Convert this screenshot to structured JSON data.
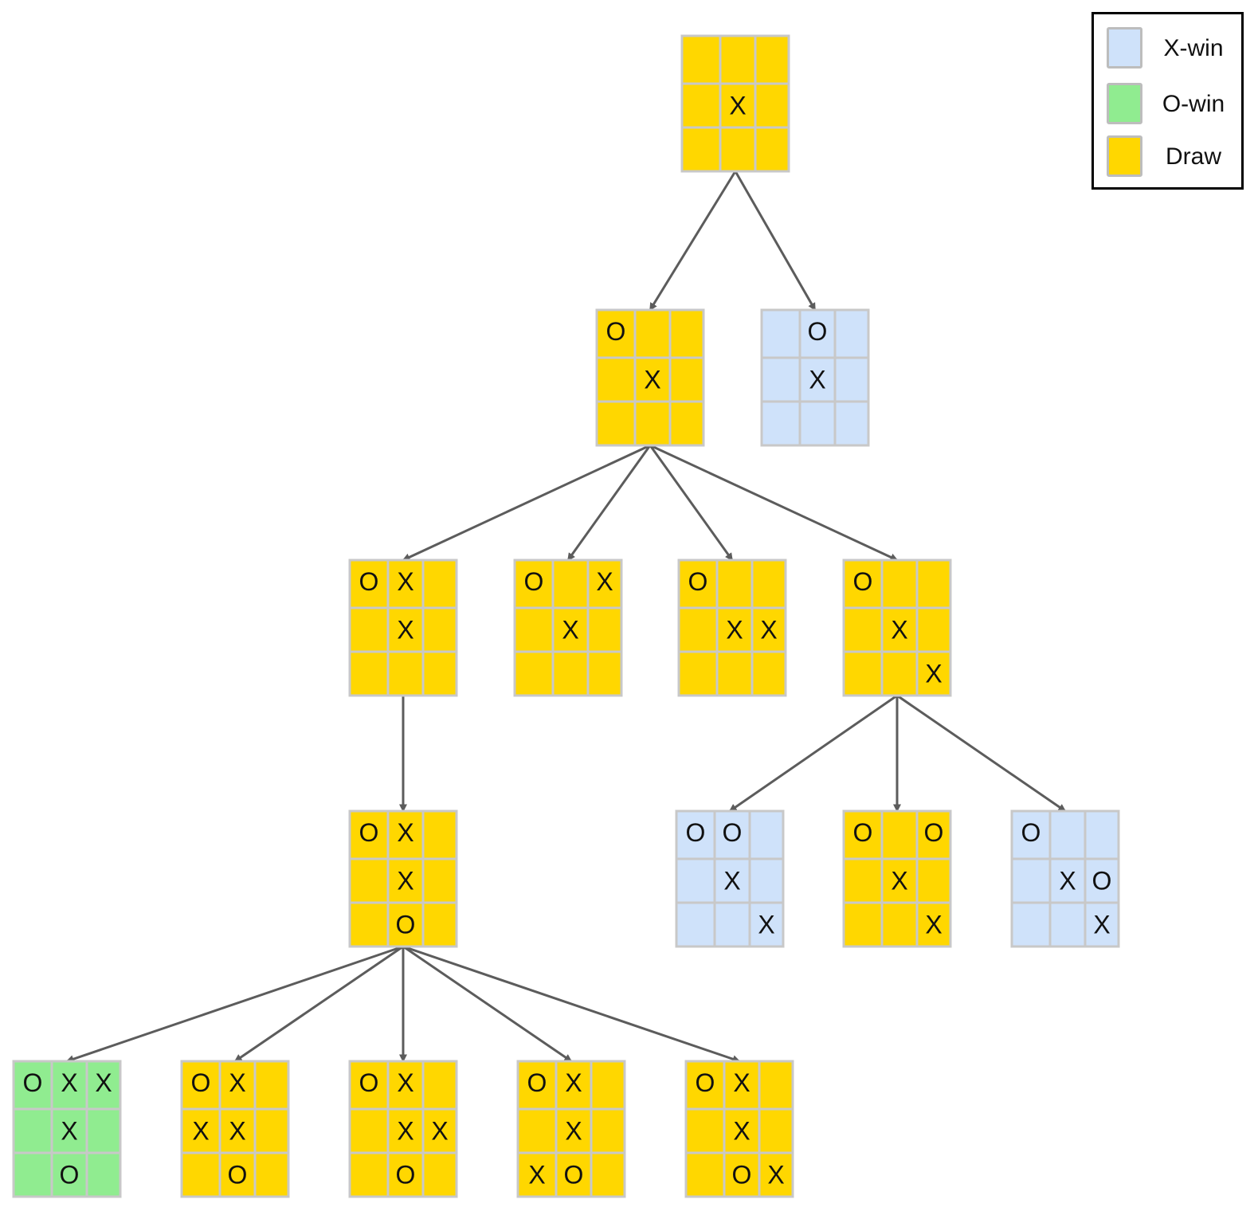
{
  "colors": {
    "x_win": "#cfe2fa",
    "o_win": "#90ec90",
    "draw": "#ffd700",
    "cell_border": "#c8c8c8",
    "edge": "#5c5c5c"
  },
  "legend": {
    "items": [
      {
        "label": "X-win",
        "color": "#cfe2fa"
      },
      {
        "label": "O-win",
        "color": "#90ec90"
      },
      {
        "label": "Draw",
        "color": "#ffd700"
      }
    ]
  },
  "boards": [
    {
      "id": "root",
      "outcome": "draw",
      "cells": [
        "",
        "",
        "",
        "",
        "X",
        "",
        "",
        "",
        ""
      ]
    },
    {
      "id": "b1",
      "outcome": "draw",
      "cells": [
        "O",
        "",
        "",
        "",
        "X",
        "",
        "",
        "",
        ""
      ]
    },
    {
      "id": "b2",
      "outcome": "x_win",
      "cells": [
        "",
        "O",
        "",
        "",
        "X",
        "",
        "",
        "",
        ""
      ]
    },
    {
      "id": "b1a",
      "outcome": "draw",
      "cells": [
        "O",
        "X",
        "",
        "",
        "X",
        "",
        "",
        "",
        ""
      ]
    },
    {
      "id": "b1b",
      "outcome": "draw",
      "cells": [
        "O",
        "",
        "X",
        "",
        "X",
        "",
        "",
        "",
        ""
      ]
    },
    {
      "id": "b1c",
      "outcome": "draw",
      "cells": [
        "O",
        "",
        "",
        "",
        "X",
        "X",
        "",
        "",
        ""
      ]
    },
    {
      "id": "b1d",
      "outcome": "draw",
      "cells": [
        "O",
        "",
        "",
        "",
        "X",
        "",
        "",
        "",
        "X"
      ]
    },
    {
      "id": "b1a1",
      "outcome": "draw",
      "cells": [
        "O",
        "X",
        "",
        "",
        "X",
        "",
        "",
        "O",
        ""
      ]
    },
    {
      "id": "b1d1",
      "outcome": "x_win",
      "cells": [
        "O",
        "O",
        "",
        "",
        "X",
        "",
        "",
        "",
        "X"
      ]
    },
    {
      "id": "b1d2",
      "outcome": "draw",
      "cells": [
        "O",
        "",
        "O",
        "",
        "X",
        "",
        "",
        "",
        "X"
      ]
    },
    {
      "id": "b1d3",
      "outcome": "x_win",
      "cells": [
        "O",
        "",
        "",
        "",
        "X",
        "O",
        "",
        "",
        "X"
      ]
    },
    {
      "id": "b1a1a",
      "outcome": "o_win",
      "cells": [
        "O",
        "X",
        "X",
        "",
        "X",
        "",
        "",
        "O",
        ""
      ]
    },
    {
      "id": "b1a1b",
      "outcome": "draw",
      "cells": [
        "O",
        "X",
        "",
        "X",
        "X",
        "",
        "",
        "O",
        ""
      ]
    },
    {
      "id": "b1a1c",
      "outcome": "draw",
      "cells": [
        "O",
        "X",
        "",
        "",
        "X",
        "X",
        "",
        "O",
        ""
      ]
    },
    {
      "id": "b1a1d",
      "outcome": "draw",
      "cells": [
        "O",
        "X",
        "",
        "",
        "X",
        "",
        "X",
        "O",
        ""
      ]
    },
    {
      "id": "b1a1e",
      "outcome": "draw",
      "cells": [
        "O",
        "X",
        "",
        "",
        "X",
        "",
        "",
        "O",
        "X"
      ]
    }
  ],
  "edges": [
    [
      "root",
      "b1"
    ],
    [
      "root",
      "b2"
    ],
    [
      "b1",
      "b1a"
    ],
    [
      "b1",
      "b1b"
    ],
    [
      "b1",
      "b1c"
    ],
    [
      "b1",
      "b1d"
    ],
    [
      "b1a",
      "b1a1"
    ],
    [
      "b1d",
      "b1d1"
    ],
    [
      "b1d",
      "b1d2"
    ],
    [
      "b1d",
      "b1d3"
    ],
    [
      "b1a1",
      "b1a1a"
    ],
    [
      "b1a1",
      "b1a1b"
    ],
    [
      "b1a1",
      "b1a1c"
    ],
    [
      "b1a1",
      "b1a1d"
    ],
    [
      "b1a1",
      "b1a1e"
    ]
  ]
}
